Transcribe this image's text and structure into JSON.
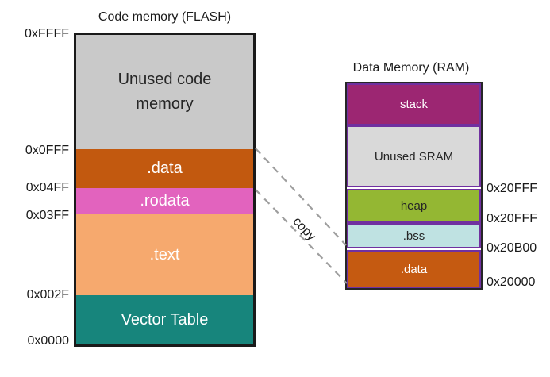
{
  "flash": {
    "title": "Code memory (FLASH)",
    "segments": [
      {
        "label": "Unused code memory",
        "color": "#c9c9c9",
        "text_color": "#262626"
      },
      {
        "label": ".data",
        "color": "#c2590f",
        "text_color": "#ffffff"
      },
      {
        "label": ".rodata",
        "color": "#e263be",
        "text_color": "#ffffff"
      },
      {
        "label": ".text",
        "color": "#f6a96e",
        "text_color": "#ffffff"
      },
      {
        "label": "Vector Table",
        "color": "#17857c",
        "text_color": "#ffffff"
      }
    ],
    "addresses": [
      "0xFFFF",
      "0x0FFF",
      "0x04FF",
      "0x03FF",
      "0x002F",
      "0x0000"
    ]
  },
  "ram": {
    "title": "Data Memory (RAM)",
    "segments": [
      {
        "label": "stack",
        "color": "#9c2672",
        "text_color": "#ffffff"
      },
      {
        "label": "Unused SRAM",
        "color": "#d9d9d9",
        "text_color": "#262626"
      },
      {
        "label": "heap",
        "color": "#94b733",
        "text_color": "#262626"
      },
      {
        "label": ".bss",
        "color": "#bfe2e2",
        "text_color": "#262626"
      },
      {
        "label": ".data",
        "color": "#c55a11",
        "text_color": "#ffffff"
      }
    ],
    "addresses": [
      "0x20FFF",
      "0x20FFF",
      "0x20B00",
      "0x20000"
    ],
    "segment_border_color": "#7030a0"
  },
  "copy_label": "copy",
  "colors": {
    "flash_outline": "#1a1a1a",
    "ram_outline": "#262626",
    "dashed_line": "#9e9e9e",
    "text": "#1a1a1a",
    "background": "#ffffff"
  }
}
